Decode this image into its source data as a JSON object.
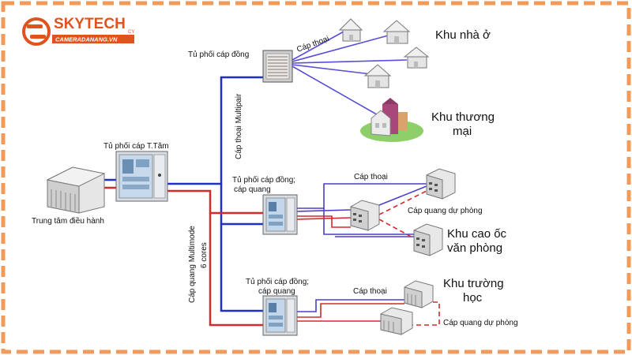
{
  "brand": {
    "name": "SKYTECH",
    "sup": "CY",
    "site": "CAMERADANANG.VN",
    "accent": "#e0531c"
  },
  "labels": {
    "tu_phoi_dong_top": "Tủ phối cáp đồng",
    "cap_thoai_top": "Cáp thoại",
    "khu_nha_o": "Khu nhà ở",
    "khu_thuong_mai_1": "Khu thương",
    "khu_thuong_mai_2": "mại",
    "cap_thoai_multipair": "Cáp thoại Multipair",
    "tu_phoi_trung_tam": "Tủ phối cáp T.Tâm",
    "trung_tam_dieu_hanh": "Trung tâm điều hành",
    "tu_phoi_mid_1": "Tủ phối cáp đồng;",
    "tu_phoi_mid_2": "cáp quang",
    "cap_thoai_mid": "Cáp thoại",
    "cap_quang_du_phong_mid": "Cáp quang dự phòng",
    "khu_cao_oc_1": "Khu cao ốc",
    "khu_cao_oc_2": "văn phòng",
    "cap_quang_multimode_1": "Cáp quang Multimode",
    "cap_quang_multimode_2": "6 cores",
    "tu_phoi_bot_1": "Tủ phối cáp đồng;",
    "tu_phoi_bot_2": "cáp quang",
    "cap_thoai_bot": "Cáp thoại",
    "khu_truong_hoc_1": "Khu trường",
    "khu_truong_hoc_2": "học",
    "cap_quang_du_phong_bot": "Cáp quang dự phòng"
  },
  "colors": {
    "copper_line": "#1f2fc8",
    "fiber_line": "#d42a2a",
    "phone_line": "#6a5bc7",
    "border_dash": "#f39a5a"
  }
}
